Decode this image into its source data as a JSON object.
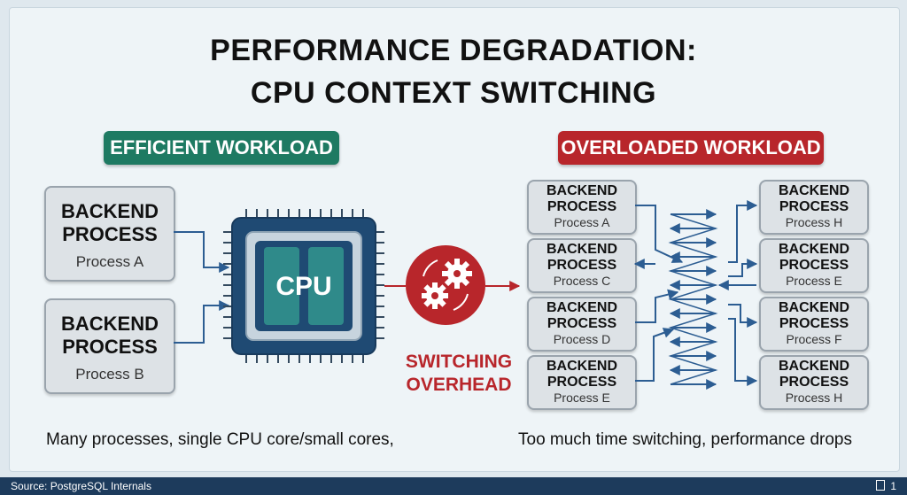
{
  "title": {
    "line1": "PERFORMANCE DEGRADATION:",
    "line2": "CPU CONTEXT SWITCHING"
  },
  "efficient": {
    "label": "EFFICIENT WORKLOAD",
    "processes": [
      {
        "title1": "BACKEND",
        "title2": "PROCESS",
        "name": "Process A"
      },
      {
        "title1": "BACKEND",
        "title2": "PROCESS",
        "name": "Process B"
      }
    ],
    "cpu_label": "CPU",
    "caption": "Many processes, single CPU core/small cores,"
  },
  "overhead": {
    "line1": "SWITCHING",
    "line2": "OVERHEAD"
  },
  "overloaded": {
    "label": "OVERLOADED WORKLOAD",
    "left_processes": [
      {
        "title1": "BACKEND",
        "title2": "PROCESS",
        "name": "Process A"
      },
      {
        "title1": "BACKEND",
        "title2": "PROCESS",
        "name": "Process C"
      },
      {
        "title1": "BACKEND",
        "title2": "PROCESS",
        "name": "Process D"
      },
      {
        "title1": "BACKEND",
        "title2": "PROCESS",
        "name": "Process E"
      }
    ],
    "right_processes": [
      {
        "title1": "BACKEND",
        "title2": "PROCESS",
        "name": "Process H"
      },
      {
        "title1": "BACKEND",
        "title2": "PROCESS",
        "name": "Process E"
      },
      {
        "title1": "BACKEND",
        "title2": "PROCESS",
        "name": "Process F"
      },
      {
        "title1": "BACKEND",
        "title2": "PROCESS",
        "name": "Process H"
      }
    ],
    "caption": "Too much time switching, performance drops"
  },
  "footer": {
    "source": "Source: PostgreSQL Internals",
    "page": "1"
  },
  "colors": {
    "green": "#1e7a62",
    "red": "#b8262b",
    "navy": "#1d3b5c",
    "arrow_blue": "#2c5d92",
    "cpu_teal": "#2f8a8a"
  },
  "icons": [
    "gears-icon",
    "cpu-chip-icon",
    "arrow-icon"
  ]
}
